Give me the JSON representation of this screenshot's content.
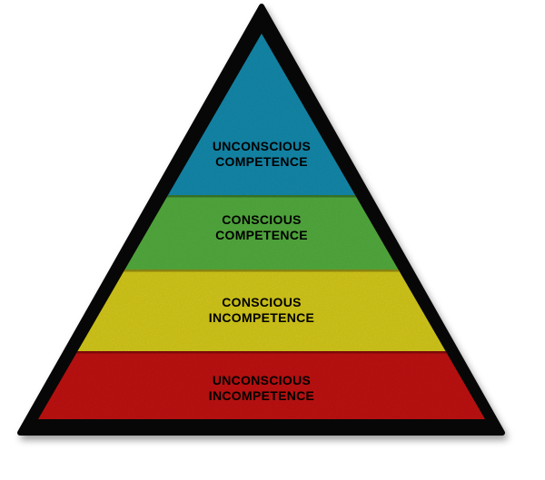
{
  "diagram": {
    "type": "pyramid",
    "background_color": "#FFFFFF",
    "outline_color": "#070707",
    "label_color": "#000000",
    "separator_color": "#000000",
    "levels": [
      {
        "id": "unconscious-competence",
        "line1": "UNCONSCIOUS",
        "line2": "COMPETENCE",
        "color": "#1590B4"
      },
      {
        "id": "conscious-competence",
        "line1": "CONSCIOUS",
        "line2": "COMPETENCE",
        "color": "#57B441"
      },
      {
        "id": "conscious-incompetence",
        "line1": "CONSCIOUS",
        "line2": "INCOMPETENCE",
        "color": "#DFD31C"
      },
      {
        "id": "unconscious-incompetence",
        "line1": "UNCONSCIOUS",
        "line2": "INCOMPETENCE",
        "color": "#C91212"
      }
    ]
  }
}
